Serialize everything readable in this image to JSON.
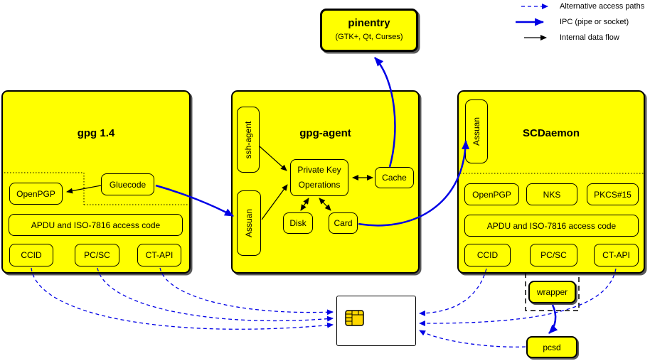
{
  "legend": {
    "alt": "Alternative access paths",
    "ipc": "IPC (pipe or socket)",
    "internal": "Internal data flow"
  },
  "pinentry": {
    "title": "pinentry",
    "subtitle": "(GTK+, Qt, Curses)"
  },
  "gpg14": {
    "title": "gpg 1.4",
    "openpgp": "OpenPGP",
    "gluecode": "Gluecode",
    "apdu": "APDU and ISO-7816 access code",
    "ccid": "CCID",
    "pcsc": "PC/SC",
    "ctapi": "CT-API"
  },
  "gpg_agent": {
    "title": "gpg-agent",
    "ssh_agent": "ssh-agent",
    "assuan": "Assuan",
    "private_key_line1": "Private Key",
    "private_key_line2": "Operations",
    "cache": "Cache",
    "disk": "Disk",
    "card": "Card"
  },
  "scdaemon": {
    "title": "SCDaemon",
    "assuan": "Assuan",
    "openpgp": "OpenPGP",
    "nks": "NKS",
    "pkcs15": "PKCS#15",
    "apdu": "APDU and ISO-7816 access code",
    "ccid": "CCID",
    "pcsc": "PC/SC",
    "ctapi": "CT-API"
  },
  "external": {
    "wrapper": "wrapper",
    "pcsd": "pcsd"
  },
  "colors": {
    "box_yellow": "#ffff00",
    "ipc_blue": "#0000e6",
    "line_black": "#000000",
    "chip_gold": "#ffd800",
    "card_white": "#ffffff"
  }
}
